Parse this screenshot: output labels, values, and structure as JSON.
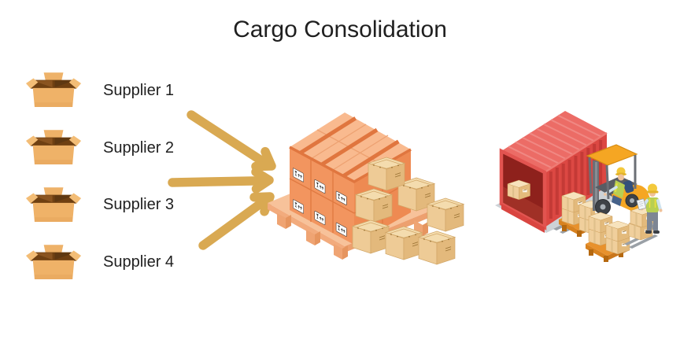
{
  "title": "Cargo Consolidation",
  "suppliers": [
    {
      "label": "Supplier 1"
    },
    {
      "label": "Supplier 2"
    },
    {
      "label": "Supplier 3"
    },
    {
      "label": "Supplier 4"
    }
  ],
  "scene": {
    "arrow_count": 3,
    "illustrations": [
      "open-carton-icon",
      "consolidated-pallet-with-large-boxes",
      "small-crate-pyramid",
      "red-shipping-container",
      "forklift-with-driver",
      "pallet-box-stacks",
      "warehouse-worker-with-hand-truck"
    ]
  },
  "palette": {
    "ink": "#1f1f1f",
    "arrow": "#d9a952",
    "box_left": "#f2955f",
    "box_right": "#ee8a52",
    "box_top": "#f9ba8f",
    "box_tape": "#e0763f",
    "box_seam": "#e07a42",
    "pallet_top": "#f7c29a",
    "pallet_front": "#f2ab7d",
    "pallet_side": "#eda06f",
    "crate_top": "#f4dcae",
    "crate_front": "#eecb96",
    "crate_side": "#e3b97c",
    "crate_line": "#d2a768",
    "crate_dot": "#9c7436",
    "cont_top": "#ec6c66",
    "cont_top_rib": "#f08883",
    "cont_side": "#dc4843",
    "cont_rib": "#c43a36",
    "cont_frame": "#e25450",
    "cont_lip": "#d94540",
    "cont_interior": "#8e211c",
    "cont_floor": "#a03026",
    "base_gray": "#cdd2d6",
    "lift_orange": "#f5a623",
    "lift_orange_dk": "#d68c12",
    "mach_gray": "#6b6f75",
    "mach_gray_lt": "#9aa0a6",
    "wheel": "#3e4247",
    "hub": "#a9b0b7",
    "helmet": "#f3c93c",
    "helmet_dk": "#e3b32a",
    "vest": "#b8cf53",
    "vest_stripe": "#f2e13e",
    "shirt": "#cfe3ef",
    "skin": "#f0c29a",
    "pants": "#7d8694",
    "shoe": "#3a3f45",
    "seat": "#33507a",
    "rbox_top": "#f7e3bd",
    "rbox_front": "#f0cf9c",
    "rbox_side": "#e3ba7c",
    "rbox_tape": "#dfc08b",
    "rpallet_top": "#e8912c",
    "rpallet_front": "#d8821f",
    "rpallet_side": "#c9761b",
    "rpallet_leg": "#b5680f",
    "supbox_body": "#efb268",
    "supbox_flap": "#f3bd76",
    "supbox_back": "#eeb269",
    "supbox_interior": "#6f4012",
    "supbox_inner_l": "#8a5420",
    "supbox_inner_r": "#5e3812"
  }
}
